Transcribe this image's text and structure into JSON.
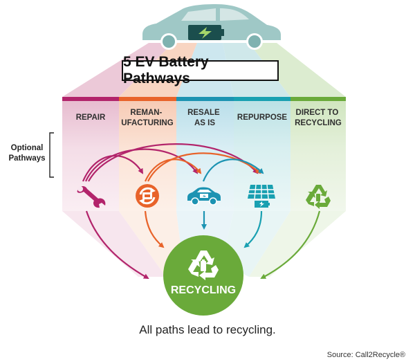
{
  "title": "5 EV Battery Pathways",
  "optional_label": [
    "Optional",
    "Pathways"
  ],
  "pathways": [
    {
      "label_lines": [
        "REPAIR"
      ],
      "color": "#b2246b",
      "icon": "wrench-icon"
    },
    {
      "label_lines": [
        "REMAN-",
        "UFACTURING"
      ],
      "color": "#e8632a",
      "icon": "remanufacture-cycle-icon"
    },
    {
      "label_lines": [
        "RESALE",
        "AS IS"
      ],
      "color": "#1c93b2",
      "icon": "car-battery-icon"
    },
    {
      "label_lines": [
        "REPURPOSE"
      ],
      "color": "#19a0b1",
      "icon": "solar-panel-battery-icon"
    },
    {
      "label_lines": [
        "DIRECT TO",
        "RECYCLING"
      ],
      "color": "#6aaa3a",
      "icon": "recycle-symbol-icon"
    }
  ],
  "recycling_label": "RECYCLING",
  "caption": "All paths lead to recycling.",
  "source": "Source: Call2Recycle®"
}
